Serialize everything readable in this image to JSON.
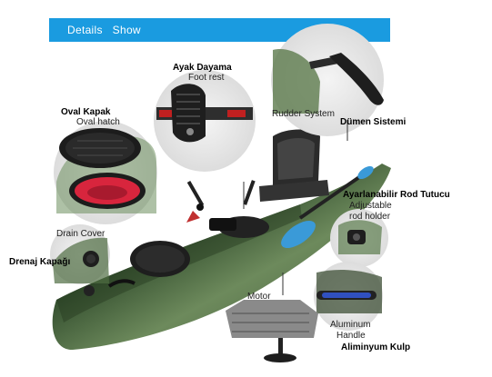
{
  "banner": {
    "title": "Details   Show",
    "color": "#1a9be0"
  },
  "labels": {
    "foot_tr": "Ayak Dayama",
    "foot_en": "Foot rest",
    "oval_tr": "Oval Kapak",
    "oval_en": "Oval hatch",
    "rudder_en": "Rudder System",
    "rudder_tr": "Dümen Sistemi",
    "rod_tr": "Ayarlanabilir Rod Tutucu",
    "rod_en_1": "Adjustable",
    "rod_en_2": "rod holder",
    "drain_en": "Drain Cover",
    "drain_tr": "Drenaj Kapağı",
    "motor_en": "Motor",
    "handle_en_1": "Aluminum",
    "handle_en_2": "Handle",
    "handle_tr": "Aliminyum Kulp"
  },
  "icons": [
    "kayak-image",
    "foot-rest-detail",
    "oval-hatch-detail",
    "rudder-detail",
    "rod-holder-detail",
    "drain-cover-detail",
    "aluminum-handle-detail",
    "motor-detail",
    "paddle"
  ]
}
